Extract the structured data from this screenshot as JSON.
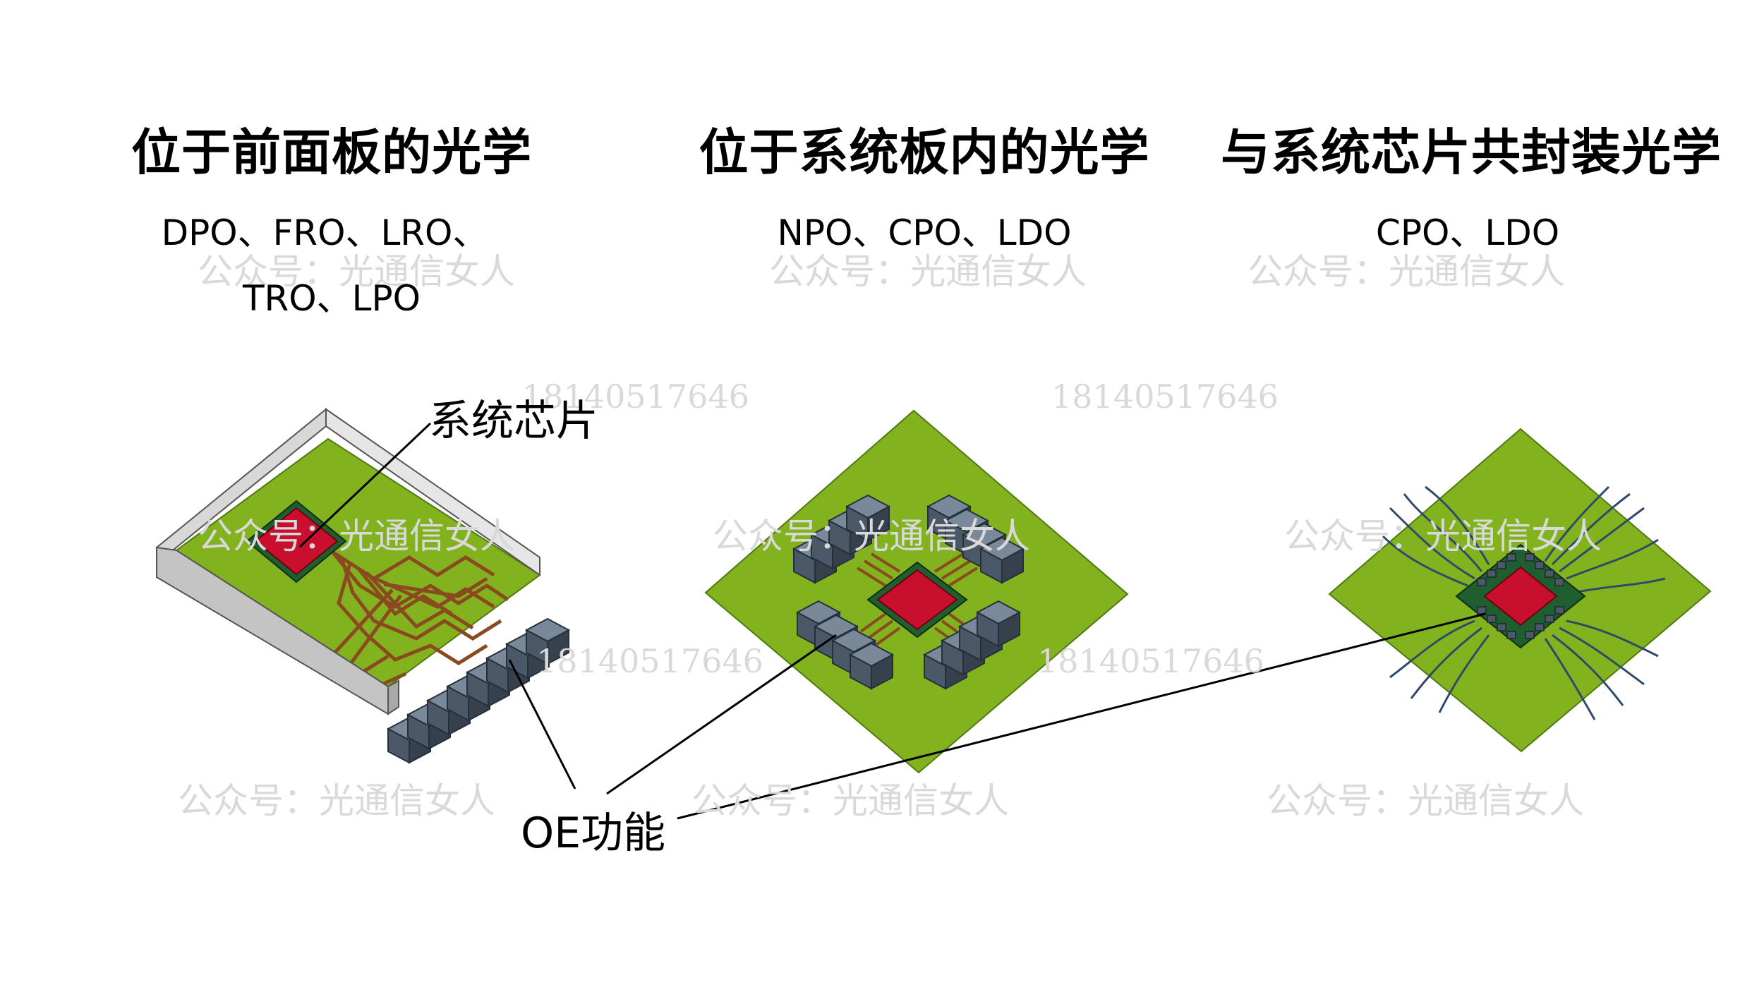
{
  "headings": {
    "front_panel": "位于前面板的光学",
    "on_board": "位于系统板内的光学",
    "co_packaged": "与系统芯片共封装光学"
  },
  "subtitles": {
    "front_panel_line1": "DPO、FRO、LRO、",
    "front_panel_line2": "TRO、LPO",
    "on_board": "NPO、CPO、LDO",
    "co_packaged": "CPO、LDO"
  },
  "callouts": {
    "system_chip": "系统芯片",
    "oe_function": "OE功能"
  },
  "watermarks": {
    "account": "公众号：光通信女人",
    "phone": "18140517646"
  },
  "colors": {
    "board_green": "#82b31e",
    "chip_red": "#c8102e",
    "substrate_green": "#1f5e2f",
    "module_slate": "#4a5868",
    "trace_brown": "#8a4a20",
    "cage_gray": "#c4c4c4"
  }
}
